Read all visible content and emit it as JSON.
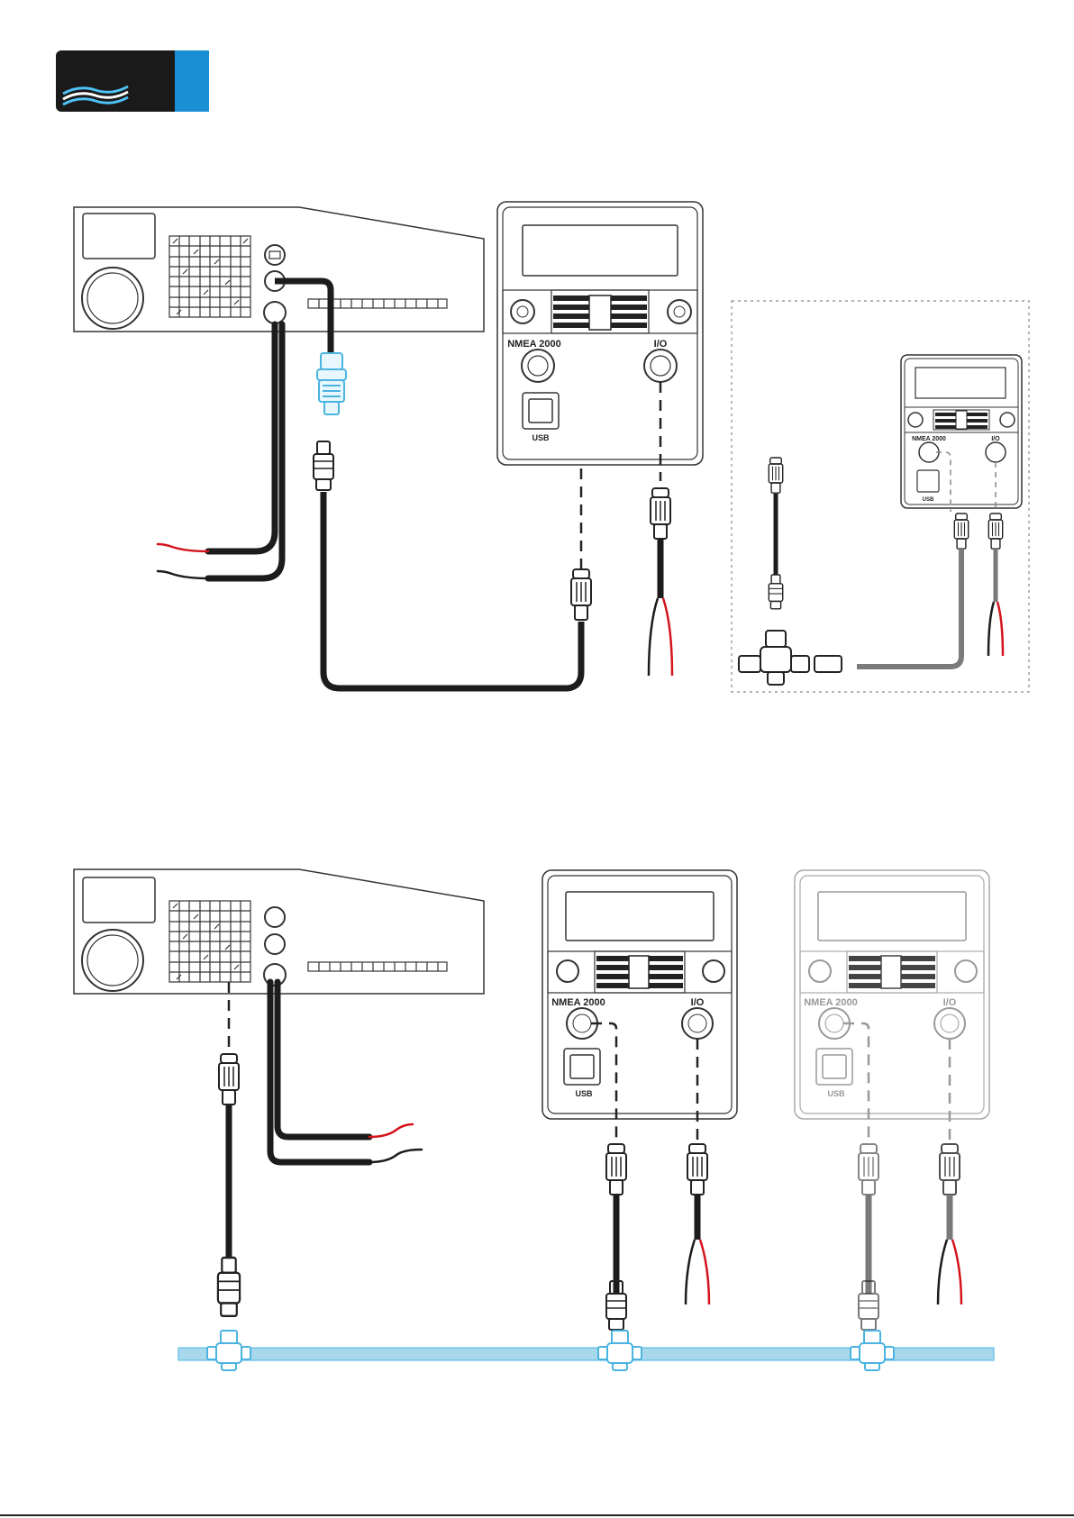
{
  "logo": {
    "name": "brand-logo",
    "colors": {
      "dark": "#1a1a1a",
      "accent": "#1b8fd6",
      "wave": "#4fc3f7"
    }
  },
  "labels": {
    "nmea": "NMEA 2000",
    "io": "I/O",
    "usb": "USB"
  },
  "colors": {
    "cable_black": "#1c1c1c",
    "cable_grey": "#7a7a7a",
    "wire_red": "#d4141c",
    "backbone": "#a8d8ec",
    "backbone_edge": "#4bb3e0",
    "outline": "#333333",
    "outline_light": "#aaaaaa"
  }
}
